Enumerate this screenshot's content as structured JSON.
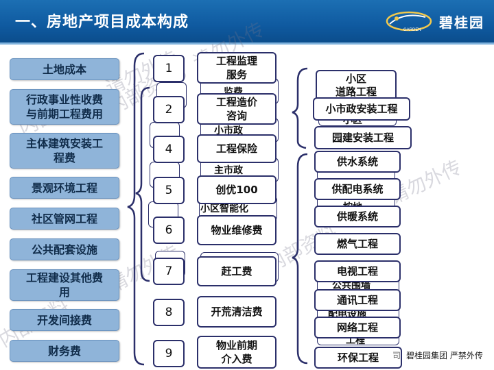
{
  "header": {
    "title": "一、房地产项目成本构成",
    "brand_name": "碧桂园",
    "brand_en": "GARDEN"
  },
  "left_items": [
    "土地成本",
    "行政事业性收费\n与前期工程费用",
    "主体建筑安装工\n程费",
    "景观环境工程",
    "社区管网工程",
    "公共配套设施",
    "工程建设其他费\n用",
    "开发间接费",
    "财务费"
  ],
  "numbers": [
    "1",
    "2",
    "4",
    "5",
    "6",
    "7",
    "8",
    "9"
  ],
  "middle_items": [
    "工程监理\n服务",
    "工程造价\n咨询",
    "工程保险",
    "创优100",
    "物业维修费",
    "赶工费",
    "开荒清洁费",
    "物业前期\n介入费"
  ],
  "middle_partial": [
    "监费",
    "小市政",
    "主市政",
    "小区智能化"
  ],
  "right_items": [
    "小区\n道路工程",
    "小市政安装工程",
    "园建安装工程",
    "供水系统",
    "供配电系统",
    "供暖系统",
    "燃气工程",
    "电视工程",
    "通讯工程",
    "网络工程",
    "环保工程"
  ],
  "right_partial": [
    "小区",
    "按地",
    "公共围墙",
    "配电设施",
    "工程"
  ],
  "watermarks": [
    "内部资料，请勿外传",
    "请勿外传",
    "内部资料",
    "请勿外传",
    "内部资料",
    "内部资料，请勿外传"
  ],
  "footer": {
    "text": "碧桂园集团 严禁外传",
    "pre": "司"
  },
  "colors": {
    "header_blue": "#0f5aa0",
    "left_button": "#8fb4d9",
    "border_navy": "#2b2f6a"
  }
}
